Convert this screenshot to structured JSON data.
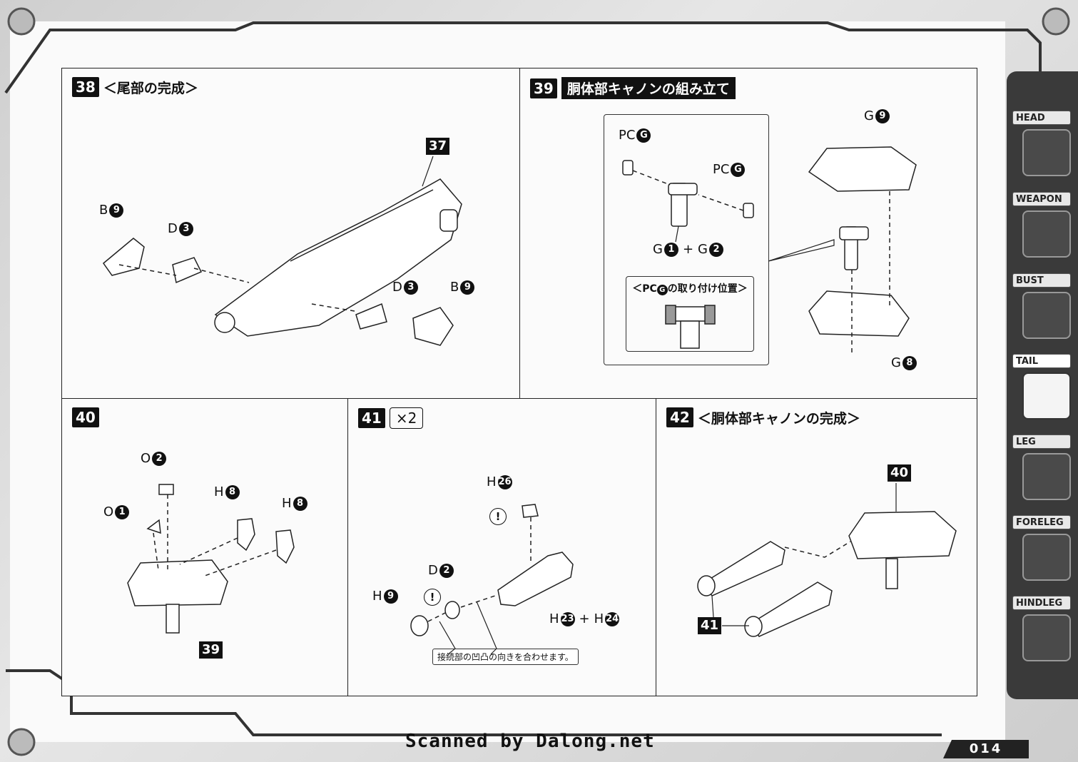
{
  "steps": {
    "s38": {
      "num": "38",
      "title": "＜尾部の完成＞",
      "ref": "37",
      "labels": [
        {
          "letter": "B",
          "num": "9"
        },
        {
          "letter": "D",
          "num": "3"
        },
        {
          "letter": "D",
          "num": "3"
        },
        {
          "letter": "B",
          "num": "9"
        }
      ]
    },
    "s39": {
      "num": "39",
      "title": "胴体部キャノンの組み立て",
      "labels": [
        {
          "letter": "PC",
          "num": "G"
        },
        {
          "letter": "PC",
          "num": "G"
        },
        {
          "letter": "G",
          "num": "1"
        },
        {
          "letter": "G",
          "num": "2"
        },
        {
          "letter": "G",
          "num": "9"
        },
        {
          "letter": "G",
          "num": "8"
        }
      ],
      "plus": "+",
      "inset_caption_pre": "＜PC",
      "inset_caption_circ": "G",
      "inset_caption_post": "の取り付け位置＞"
    },
    "s40": {
      "num": "40",
      "ref": "39",
      "labels": [
        {
          "letter": "O",
          "num": "2"
        },
        {
          "letter": "O",
          "num": "1"
        },
        {
          "letter": "H",
          "num": "8"
        },
        {
          "letter": "H",
          "num": "8"
        }
      ]
    },
    "s41": {
      "num": "41",
      "multiplier": "×2",
      "labels": [
        {
          "letter": "H",
          "num": "26"
        },
        {
          "letter": "D",
          "num": "2"
        },
        {
          "letter": "H",
          "num": "9"
        },
        {
          "letter": "H",
          "num": "23"
        },
        {
          "letter": "H",
          "num": "24"
        }
      ],
      "plus": "+",
      "warn": "!",
      "note": "接続部の凹凸の向きを合わせます。"
    },
    "s42": {
      "num": "42",
      "title": "＜胴体部キャノンの完成＞",
      "ref_top": "40",
      "ref_bottom": "41"
    }
  },
  "sidebar": {
    "tabs": [
      "HEAD",
      "WEAPON",
      "BUST",
      "TAIL",
      "LEG",
      "FORELEG",
      "HINDLEG"
    ],
    "active": "TAIL"
  },
  "footer": {
    "watermark": "Scanned by Dalong.net",
    "page_number": "014"
  }
}
